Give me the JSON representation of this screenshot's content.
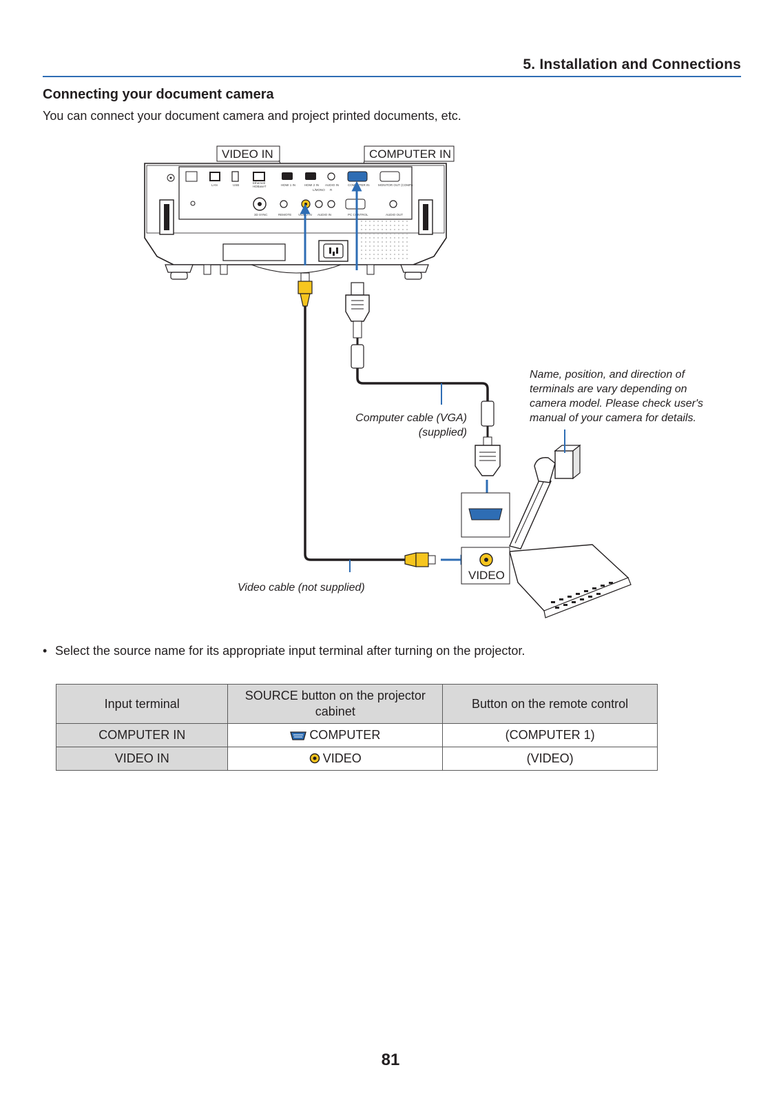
{
  "header": {
    "chapter": "5. Installation and Connections"
  },
  "section": {
    "title": "Connecting your document camera",
    "intro": "You can connect your document camera and project printed documents, etc."
  },
  "diagram": {
    "video_in_label": "VIDEO IN",
    "computer_in_label": "COMPUTER IN",
    "computer_cable_line1": "Computer cable (VGA)",
    "computer_cable_line2": "(supplied)",
    "video_cable": "Video cable (not supplied)",
    "camera_video_label": "VIDEO",
    "note_lines": [
      "Name, position, and direction of",
      "terminals are vary depending on",
      "camera model. Please check user's",
      "manual of your camera for details."
    ],
    "panel_labels": {
      "lan": "LAN",
      "usb": "USB",
      "ethernet": "Ethernet/",
      "hdbaset": "HDBaseT",
      "hdmi1": "HDMI 1 IN",
      "hdmi2": "HDMI 2 IN",
      "audio_in": "AUDIO IN",
      "computer_in": "COMPUTER IN",
      "monitor_out": "MONITOR OUT (COMP.)",
      "l_mono": "L/MONO",
      "r": "R",
      "sync_3d": "3D SYNC",
      "remote": "REMOTE",
      "video_in": "VIDEO IN",
      "audio_in2": "AUDIO IN",
      "pc_control": "PC CONTROL",
      "audio_out": "AUDIO OUT"
    }
  },
  "instruction": {
    "bullet": "•",
    "text": "Select the source name for its appropriate input terminal after turning on the projector."
  },
  "table": {
    "headers": [
      "Input terminal",
      "SOURCE button on the projector cabinet",
      "Button on the remote control"
    ],
    "rows": [
      {
        "terminal": "COMPUTER IN",
        "source": "COMPUTER",
        "source_icon": "vga-icon",
        "remote": "(COMPUTER 1)"
      },
      {
        "terminal": "VIDEO IN",
        "source": "VIDEO",
        "source_icon": "rca-video-icon",
        "remote": "(VIDEO)"
      }
    ]
  },
  "page_number": "81",
  "colors": {
    "accent_blue": "#2e6db4",
    "rca_yellow": "#f6c51e",
    "header_gray": "#d9d9d9"
  }
}
